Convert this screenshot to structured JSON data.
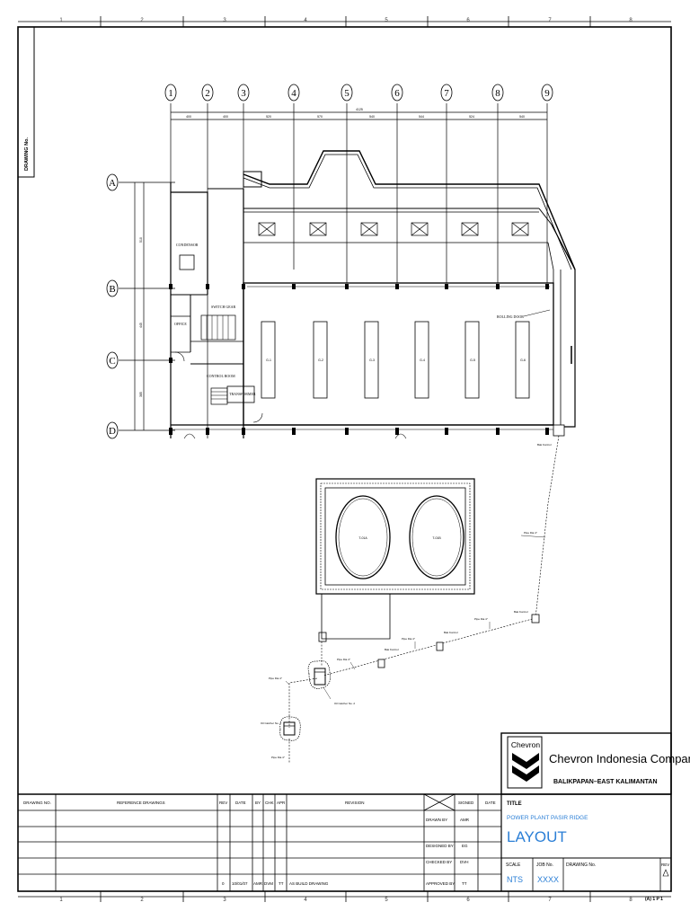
{
  "drawing": {
    "zone_numbers_top": [
      "1",
      "2",
      "3",
      "4",
      "5",
      "6",
      "7",
      "8"
    ],
    "zone_numbers_bottom": [
      "1",
      "2",
      "3",
      "4",
      "5",
      "6",
      "7",
      "8"
    ],
    "side_label": "DRAWING No."
  },
  "grid": {
    "columns": [
      "1",
      "2",
      "3",
      "4",
      "5",
      "6",
      "7",
      "8",
      "9"
    ],
    "rows": [
      "A",
      "B",
      "C",
      "D"
    ],
    "column_dims": [
      "400",
      "400",
      "520",
      "570",
      "540",
      "544",
      "524",
      "540"
    ],
    "overall_dim": "4125",
    "row_dims": [
      "510",
      "445",
      "385"
    ]
  },
  "plan": {
    "rooms": {
      "condensor": "CONDENSOR",
      "switch_gear": "SWITCH GEAR",
      "office": "OFFICE",
      "control_room": "CONTROL ROOM",
      "transformer": "TRANSFORMER",
      "rolling_door": "ROLLING DOOR"
    },
    "generators": [
      "G-1",
      "G-2",
      "G-3",
      "G-4",
      "G-5",
      "G-6"
    ],
    "tanks": [
      "T-01A",
      "T-01B"
    ],
    "notes": {
      "bak_kontrol": "Bak Kontrol",
      "pipe_dia": "Pipe Dia 4\"",
      "oil_catcher_1": "Oil Catcher No. 1",
      "oil_catcher_2": "Oil Catcher No. 2"
    }
  },
  "title_block": {
    "logo_text": "Chevron",
    "company": "Chevron Indonesia Company",
    "location": "BALIKPAPAN–EAST KALIMANTAN",
    "title_label": "TITLE",
    "subtitle": "POWER PLANT PASIR RIDGE",
    "title": "LAYOUT",
    "scale_label": "SCALE",
    "scale_value": "NTS",
    "job_label": "JOB No.",
    "job_value": "XXXX",
    "drawing_no_label": "DRAWING No.",
    "rev_label": "REV",
    "page_ref": "(A) 1 P 1"
  },
  "revision_table": {
    "headers": {
      "drawing_no": "DRAWING NO.",
      "reference": "REFERENCE DRAWINGS",
      "rev": "REV",
      "date": "DATE",
      "by": "BY",
      "chk": "CHK",
      "appr": "APR",
      "revision": "REVISION",
      "signed": "SIGNED",
      "date2": "DATE"
    },
    "row": {
      "rev": "0",
      "date": "10/01/07",
      "by": "AMR",
      "chk": "DVM",
      "appr": "TT",
      "revision": "AS BUILD DRAWING"
    },
    "signatures": [
      {
        "label": "DRAWN BY",
        "value": "AMR"
      },
      {
        "label": "DESIGNED BY",
        "value": "EG"
      },
      {
        "label": "CHECKED BY",
        "value": "DVH"
      },
      {
        "label": "APPROVED BY",
        "value": "TT"
      }
    ]
  }
}
